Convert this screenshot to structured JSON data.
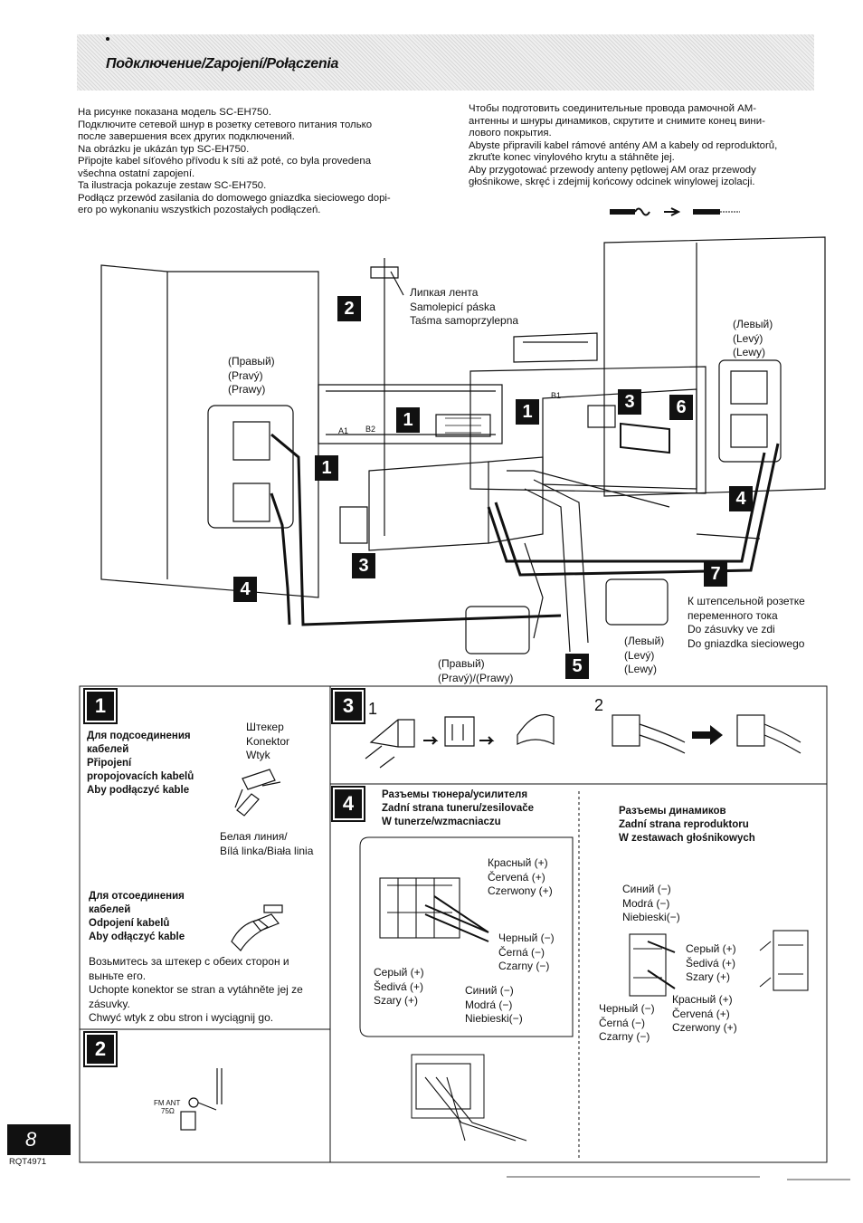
{
  "header": {
    "title": "Подключение/Zapojení/Połączenia"
  },
  "intro_left": [
    "На рисунке показана модель SC-EH750.",
    "Подключите сетевой шнур в розетку сетевого питания только",
    "после завершения всех других подключений.",
    "Na obrázku je ukázán typ SC-EH750.",
    "Připojte kabel síťového přívodu k síti až poté, co byla provedena",
    "všechna ostatní zapojení.",
    "Ta ilustracja pokazuje zestaw SC-EH750.",
    "Podłącz przewód zasilania do domowego gniazdka sieciowego dopi-",
    "ero po wykonaniu wszystkich pozostałych podłączeń."
  ],
  "intro_right": [
    "Чтобы подготовить соединительные провода рамочной AM-",
    "антенны и шнуры динамиков, скрутите и снимите конец вини-",
    "лового покрытия.",
    "Abyste připravili kabel rámové antény AM a kabely od reproduktorů,",
    "zkruťte konec vinylového krytu a stáhněte jej.",
    "Aby przygotować przewody anteny pętlowej AM oraz przewody",
    "głośnikowe, skręć i zdejmij końcowy odcinek winylowej izolacji."
  ],
  "diagram": {
    "tape_label": [
      "Липкая лента",
      "Samolepicí páska",
      "Taśma samoprzylepna"
    ],
    "right_speaker": [
      "(Правый)",
      "(Pravý)",
      "(Prawy)"
    ],
    "left_speaker": [
      "(Левый)",
      "(Levý)",
      "(Lewy)"
    ],
    "ac_outlet": [
      "К штепсельной розетке",
      "переменного тока",
      "Do zásuvky ve zdi",
      "Do gniazdka sieciowego"
    ],
    "surround_left": [
      "(Левый)",
      "(Levý)",
      "(Lewy)"
    ],
    "surround_right": [
      "(Правый)",
      "(Pravý)/(Prawy)"
    ],
    "terminal_a1": "A1",
    "terminal_b2": "B2",
    "terminal_b1": "B1",
    "badges": [
      "1",
      "2",
      "3",
      "4",
      "5",
      "6",
      "7"
    ]
  },
  "panel1": {
    "badge": "1",
    "connect_heading": [
      "Для подсоединения",
      "кабелей",
      "Připojení",
      "propojovacích kabelů",
      "Aby podłączyć kable"
    ],
    "connector_label": [
      "Штекер",
      "Konektor",
      "Wtyk"
    ],
    "white_line": [
      "Белая линия/",
      "Bílá linka/Biała linia"
    ],
    "disconnect_heading": [
      "Для отсоединения",
      "кабелей",
      "Odpojení kabelů",
      "Aby odłączyć kable"
    ],
    "disconnect_text": [
      "Возьмитесь за штекер с обеих сторон и",
      "выньте его.",
      "Uchopte konektor se stran a vytáhněte jej ze",
      "zásuvky.",
      "Chwyć wtyk z obu stron i wyciągnij go."
    ]
  },
  "panel2": {
    "badge": "2",
    "fm_label": [
      "FM ANT",
      "75Ω"
    ]
  },
  "panel3": {
    "badge": "3",
    "step1": "1",
    "step2": "2"
  },
  "panel4": {
    "badge": "4",
    "tuner_heading": [
      "Разъемы тюнера/усилителя",
      "Zadní strana tuneru/zesilovače",
      "W tunerze/wzmacniaczu"
    ],
    "speaker_heading": [
      "Разъемы динамиков",
      "Zadní strana reproduktoru",
      "W zestawach głośnikowych"
    ],
    "red": [
      "Красный (+)",
      "Červená (+)",
      "Czerwony (+)"
    ],
    "black": [
      "Черный (−)",
      "Černá (−)",
      "Czarny (−)"
    ],
    "gray": [
      "Серый (+)",
      "Šedivá (+)",
      "Szary (+)"
    ],
    "blue": [
      "Синий (−)",
      "Modrá (−)",
      "Niebieski(−)"
    ],
    "blue_r": [
      "Синий (−)",
      "Modrá (−)",
      "Niebieski(−)"
    ],
    "gray_r": [
      "Серый (+)",
      "Šedivá (+)",
      "Szary (+)"
    ],
    "black_r": [
      "Черный (−)",
      "Černá (−)",
      "Czarny (−)"
    ],
    "red_r": [
      "Красный (+)",
      "Červená (+)",
      "Czerwony (+)"
    ]
  },
  "footer": {
    "page_number": "8",
    "doc_code": "RQT4971"
  }
}
